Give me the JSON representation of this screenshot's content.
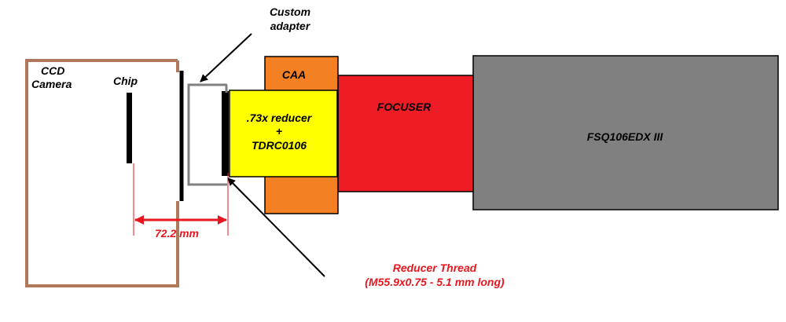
{
  "labels": {
    "ccd_camera": [
      "CCD",
      "Camera"
    ],
    "chip": "Chip",
    "custom_adapter": [
      "Custom",
      "adapter"
    ],
    "caa": "CAA",
    "reducer": [
      ".73x reducer",
      "+",
      "TDRC0106"
    ],
    "focuser": "FOCUSER",
    "telescope": "FSQ106EDX III",
    "distance": "72.2 mm",
    "reducer_thread": [
      "Reducer Thread",
      "(M55.9x0.75 - 5.1 mm long)"
    ]
  },
  "colors": {
    "camera_outline": "#b0785a",
    "adapter_outline": "#808080",
    "caa_fill": "#f48024",
    "reducer_fill": "#ffff00",
    "focuser_fill": "#ee1c25",
    "telescope_fill": "#808080",
    "dimension_red": "#e8161e",
    "black": "#000000"
  }
}
